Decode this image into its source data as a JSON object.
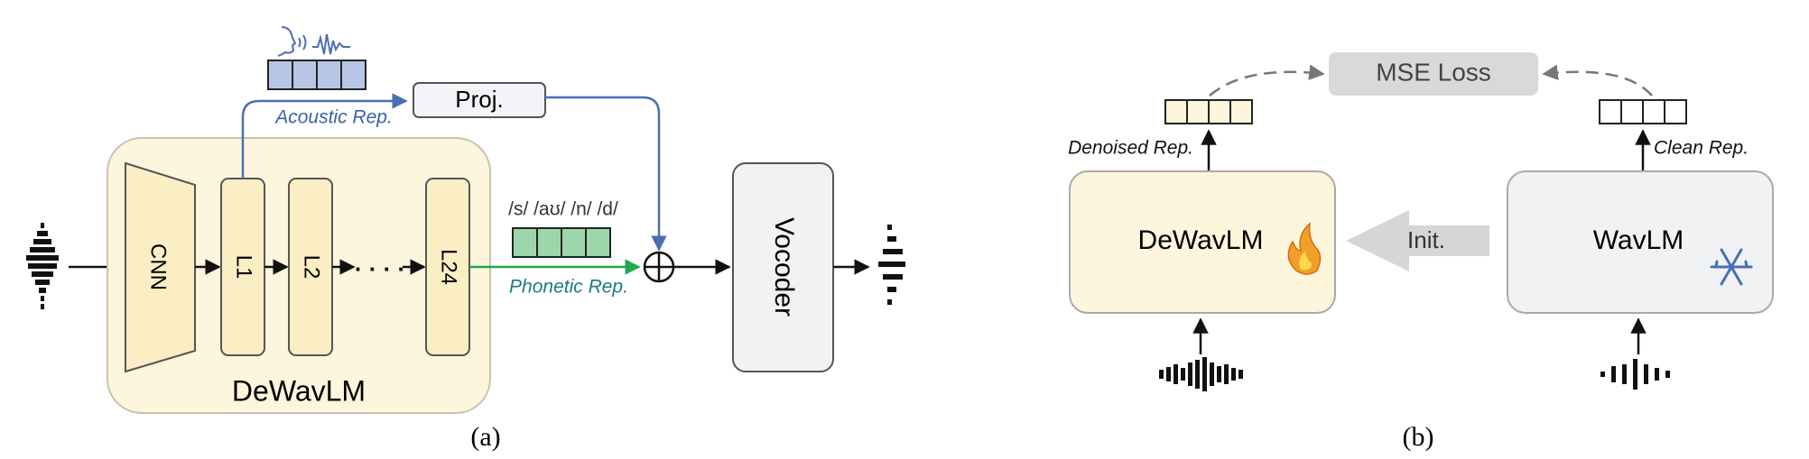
{
  "panel_a": {
    "caption": "(a)",
    "encoder_label": "DeWavLM",
    "cnn_label": "CNN",
    "layers": [
      "L1",
      "L2",
      "L24"
    ],
    "dots": "· · · ·",
    "proj_label": "Proj.",
    "acoustic_label": "Acoustic Rep.",
    "phonetic_label": "Phonetic Rep.",
    "phonemes": "/s/ /aʊ/ /n/ /d/",
    "vocoder_label": "Vocoder",
    "colors": {
      "encoder_bg": "#fdf5dc",
      "acoustic": "#4a6fb3",
      "phonetic": "#21a84a",
      "acoustic_cells": "#b7c5e6",
      "phonetic_cells": "#9ed6ab"
    }
  },
  "panel_b": {
    "caption": "(b)",
    "mse_label": "MSE Loss",
    "student_label": "DeWavLM",
    "teacher_label": "WavLM",
    "init_label": "Init.",
    "denoised_label": "Denoised Rep.",
    "clean_label": "Clean Rep.",
    "icons": [
      "fire-icon",
      "snowflake-icon"
    ]
  }
}
